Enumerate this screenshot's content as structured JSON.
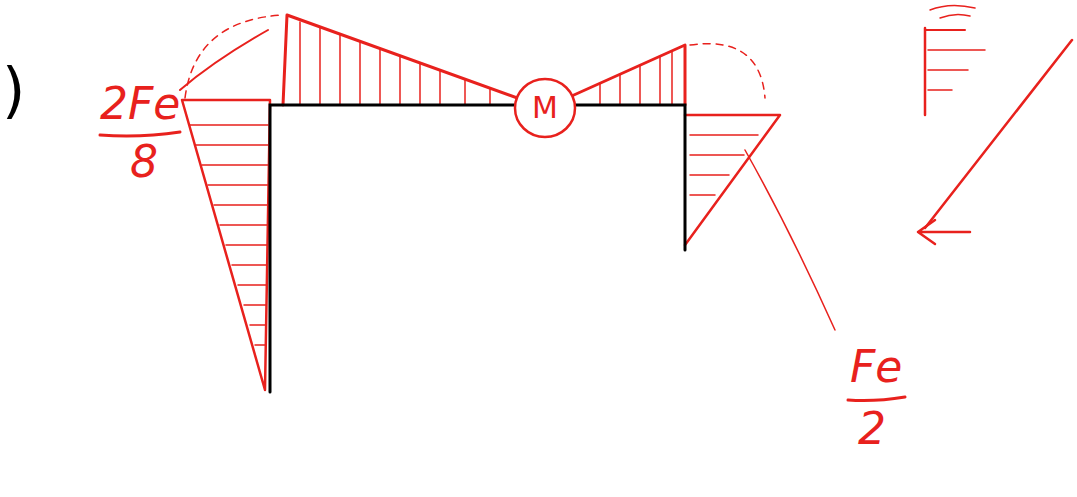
{
  "diagram": {
    "nodes": [
      {
        "text": [
          "M"
        ]
      }
    ],
    "labels": [
      ")",
      "2Fe",
      "8",
      "Fe",
      "2"
    ]
  }
}
